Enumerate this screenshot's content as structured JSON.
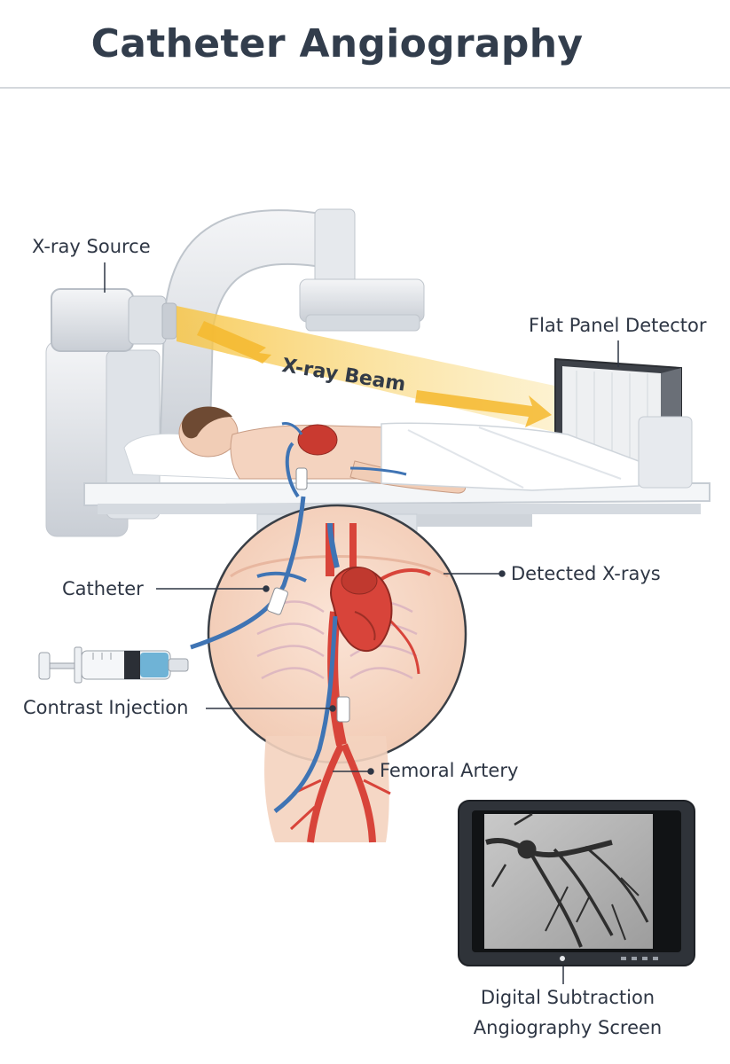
{
  "title": "Catheter Angiography",
  "labels": {
    "xray_source": "X-ray Source",
    "xray_beam": "X-ray Beam",
    "flat_panel_detector": "Flat Panel Detector",
    "catheter": "Catheter",
    "detected_xrays": "Detected X-rays",
    "contrast_injection": "Contrast Injection",
    "femoral_artery": "Femoral Artery",
    "dsa_screen_line1": "Digital Subtraction",
    "dsa_screen_line2": "Angiography Screen"
  },
  "colors": {
    "title": "#323d4c",
    "label": "#2e3644",
    "beam": "#f7c545",
    "artery": "#d8443a",
    "catheter": "#3f74b4",
    "skin": "#f4d3bf",
    "machine": "#e9ecef"
  }
}
